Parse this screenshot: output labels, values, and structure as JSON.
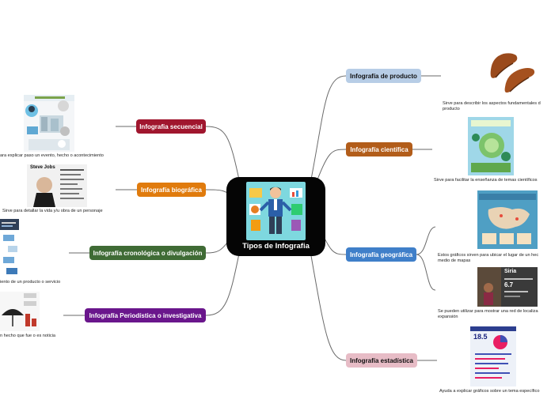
{
  "central": {
    "title": "Tipos de Infografia",
    "image_icon": "person-with-charts-icon"
  },
  "left_nodes": [
    {
      "label": "Infografia secuencial",
      "color": "#a0162e",
      "text_color": "#ffffff",
      "desc": "ara explicar paso un evento, hecho o acontecimiento"
    },
    {
      "label": "Infografía biográfica",
      "color": "#e07b0d",
      "text_color": "#ffffff",
      "desc": "Sirve para detallar la vida y/u obra de un personaje",
      "thumb_text": "Steve Jobs"
    },
    {
      "label": "Infografía cronológica o divulgación",
      "color": "#3f6b35",
      "text_color": "#ffffff",
      "desc": "iento de un producto o servicio"
    },
    {
      "label": "Infografía Periodística o investigativa",
      "color": "#6a168c",
      "text_color": "#ffffff",
      "desc": "n hecho que fue o es noticia"
    }
  ],
  "right_nodes": [
    {
      "label": "Infografía de producto",
      "color": "#b7cde6",
      "text_color": "#111111",
      "descs": [
        "Sirve para describir los aspectos fundamentales d",
        "producto"
      ]
    },
    {
      "label": "Infografía científica",
      "color": "#b25d1a",
      "text_color": "#ffffff",
      "descs": [
        "Sirve para facilitar la enseñanza de temas científicos"
      ]
    },
    {
      "label": "Infografía geográfica",
      "color": "#3f7fc9",
      "text_color": "#ffffff",
      "descs": [
        "Estos gráficos sirven para ubicar el lugar de un hec",
        "medio de mapas"
      ],
      "descs2": [
        "Se pueden utilizar para mostrar una red de localiza",
        "expansión"
      ],
      "thumb2_text": "Siria",
      "thumb2_number": "6.7"
    },
    {
      "label": "Infografía estadística",
      "color": "#e7bcc6",
      "text_color": "#111111",
      "descs": [
        "Ayuda a explicar gráficos sobre un tema específico"
      ],
      "thumb_number": "18.5"
    }
  ]
}
